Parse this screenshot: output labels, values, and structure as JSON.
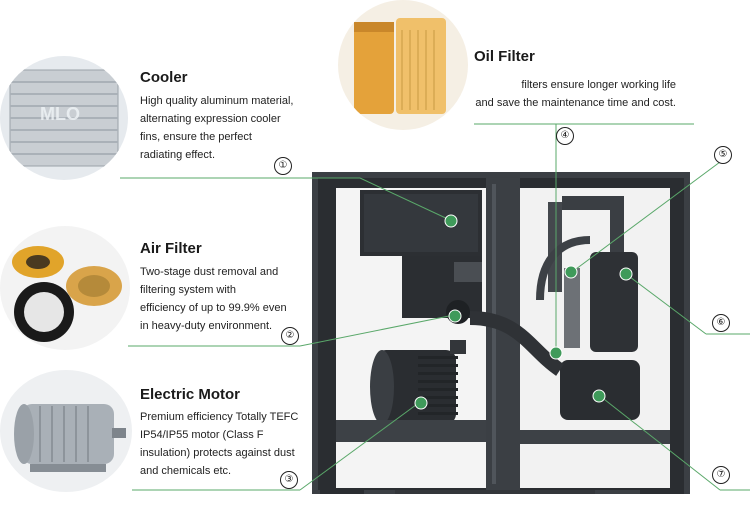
{
  "callouts": [
    {
      "title": "Cooler",
      "lines": [
        "High quality aluminum material,",
        "alternating expression cooler",
        "fins, ensure the perfect",
        "radiating effect."
      ]
    },
    {
      "title": "Air Filter",
      "lines": [
        "Two-stage dust removal and",
        "filtering system with",
        "efficiency of up to 99.9% even",
        "in heavy-duty environment."
      ]
    },
    {
      "title": "Electric Motor",
      "lines": [
        "Premium efficiency Totally TEFC",
        "IP54/IP55 motor (Class F",
        "insulation) protects against dust",
        "and chemicals etc."
      ]
    },
    {
      "title": "Oil Filter",
      "lines": [
        "filters ensure longer working life",
        "and save the maintenance time and cost."
      ]
    }
  ],
  "markers": [
    "①",
    "②",
    "③",
    "④",
    "⑤",
    "⑥",
    "⑦"
  ],
  "cooler_logo_text": "MLO",
  "colors": {
    "leader_line": "#5aa86a",
    "dot": "#3f9a5a",
    "cabinet": "#3b3f44",
    "cabinet_dark": "#1f2226"
  }
}
